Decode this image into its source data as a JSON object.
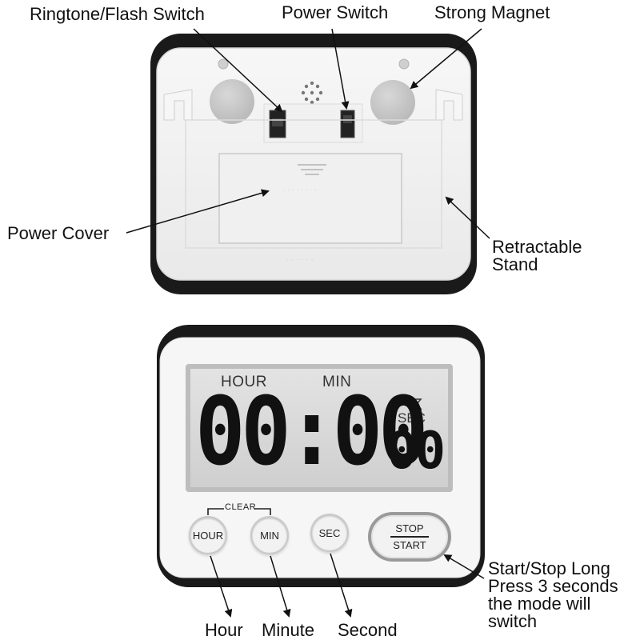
{
  "callouts": {
    "ringtone_flash_switch": "Ringtone/Flash Switch",
    "power_switch": "Power Switch",
    "strong_magnet": "Strong Magnet",
    "power_cover": "Power Cover",
    "retractable_stand": "Retractable Stand",
    "start_stop_note": "Start/Stop Long Press 3 seconds the mode will switch",
    "hour": "Hour",
    "minute": "Minute",
    "second": "Second"
  },
  "display": {
    "hour_label": "HOUR",
    "min_label": "MIN",
    "sec_label": "SEC",
    "main_digits": "00:00",
    "sec_digits": "00"
  },
  "buttons": {
    "clear_label": "CLEAR",
    "hour": "HOUR",
    "min": "MIN",
    "sec": "SEC",
    "stop": "STOP",
    "start": "START"
  },
  "colors": {
    "body_frame": "#1c1c1c",
    "body_face": "#f4f4f4",
    "lcd_background": "#d9d9d9",
    "digit": "#111111"
  }
}
